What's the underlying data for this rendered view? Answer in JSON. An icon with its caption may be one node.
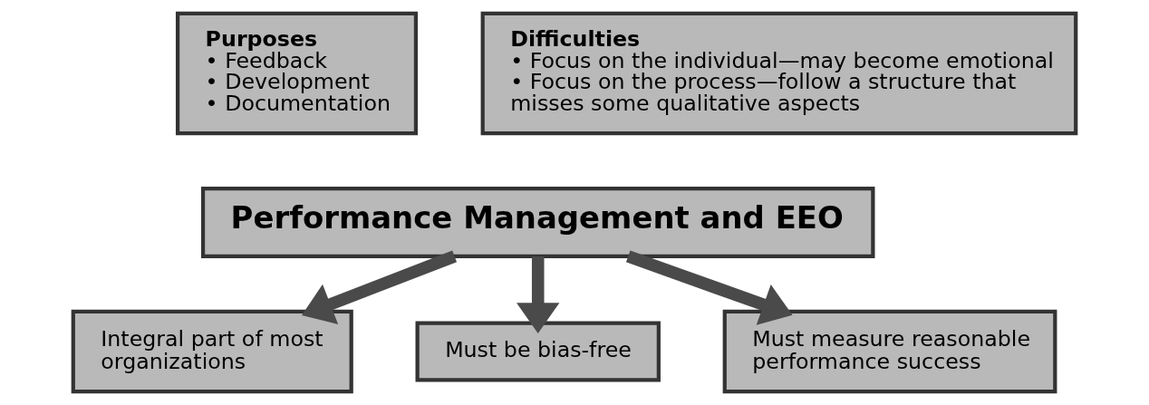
{
  "diagram": {
    "nodes": [
      {
        "text": [
          "Purposes",
          "• Feedback",
          "• Development",
          "• Documentation"
        ]
      },
      {
        "text": [
          "Difficulties",
          "• Focus on the individual—may become emotional",
          "• Focus on the process—follow a structure that misses some qualitative aspects"
        ]
      },
      {
        "text": [
          "Performance Management and EEO"
        ]
      },
      {
        "text": [
          "Integral part of most organizations"
        ]
      },
      {
        "text": [
          "Must be bias-free"
        ]
      },
      {
        "text": [
          "Must measure reasonable performance success"
        ]
      }
    ],
    "edges": [
      {
        "from": 2,
        "to": 3,
        "arrow": "to"
      },
      {
        "from": 2,
        "to": 4,
        "arrow": "to"
      },
      {
        "from": 2,
        "to": 5,
        "arrow": "to"
      }
    ]
  }
}
